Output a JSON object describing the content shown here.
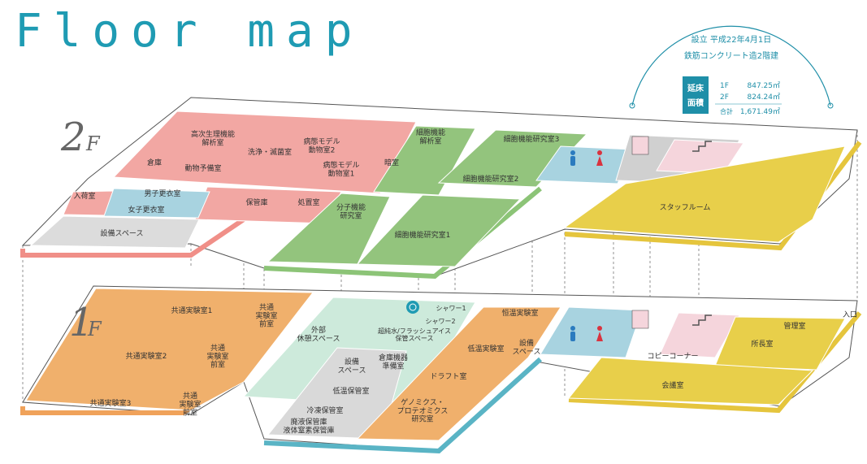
{
  "title": "Floor map",
  "building_info": {
    "established": "設立 平成22年4月1日",
    "structure": "鉄筋コンクリート造2階建",
    "area_label_line1": "延床",
    "area_label_line2": "面積",
    "rows": [
      {
        "floor": "1F",
        "area": "847.25㎡"
      },
      {
        "floor": "2F",
        "area": "824.24㎡"
      }
    ],
    "total_label": "合計",
    "total_area": "1,671.49㎡"
  },
  "floors": {
    "f2_number": "2",
    "f2_suffix": "F",
    "f1_number": "1",
    "f1_suffix": "F"
  },
  "rooms_2f": {
    "high_voltage": "高次生理機能\n解析室",
    "warehouse": "倉庫",
    "animal_prep": "動物予備室",
    "wash": "洗浄・滅菌室",
    "disease_model2": "病態モデル\n動物室2",
    "disease_model1": "病態モデル\n動物室1",
    "dark": "暗室",
    "cell_func": "細胞機能\n解析室",
    "cell_lab3": "細胞機能研究室3",
    "cell_lab2": "細胞機能研究室2",
    "cell_lab1": "細胞機能研究室1",
    "molecular": "分子機能\n研究室",
    "entrance_room": "入荷室",
    "male_locker": "男子更衣室",
    "female_locker": "女子更衣室",
    "storage": "保管庫",
    "disposal": "処置室",
    "equipment": "設備スペース",
    "staff_room": "スタッフルーム"
  },
  "rooms_1f": {
    "common1": "共通実験室1",
    "common2": "共通実験室2",
    "common3": "共通実験室3",
    "front1": "共通\n実験室\n前室",
    "front2": "共通\n実験室\n前室",
    "front3": "共通\n実験室\n前室",
    "outdoor": "外部\n休憩スペース",
    "equip_a": "設備\nスペース",
    "shower1": "シャワー1",
    "shower2": "シャワー2",
    "ice_space": "超純水/フラッシュアイス\n保管スペース",
    "reserve": "倉庫機器\n準備室",
    "low_temp": "低温保管室",
    "freeze": "冷凍保管室",
    "liquid": "廃液保管庫\n液体窒素保管庫",
    "const_temp": "恒温実験室",
    "low_lab": "低温実験室",
    "equip_b": "設備\nスペース",
    "draft": "ドラフト室",
    "genomics": "ゲノミクス・\nプロテオミクス\n研究室",
    "copy_corner": "コピーコーナー",
    "manager": "管理室",
    "director": "所長室",
    "meeting": "会議室",
    "entrance": "入口"
  },
  "colors": {
    "title": "#1f9bb3",
    "pink": "#f2a7a3",
    "green": "#93c47d",
    "yellow": "#e8cf4a",
    "orange": "#f0b06c",
    "light_green": "#cdeadb",
    "blue": "#a8d3e0",
    "gray": "#d9d9d9",
    "info": "#1f8fa8"
  }
}
